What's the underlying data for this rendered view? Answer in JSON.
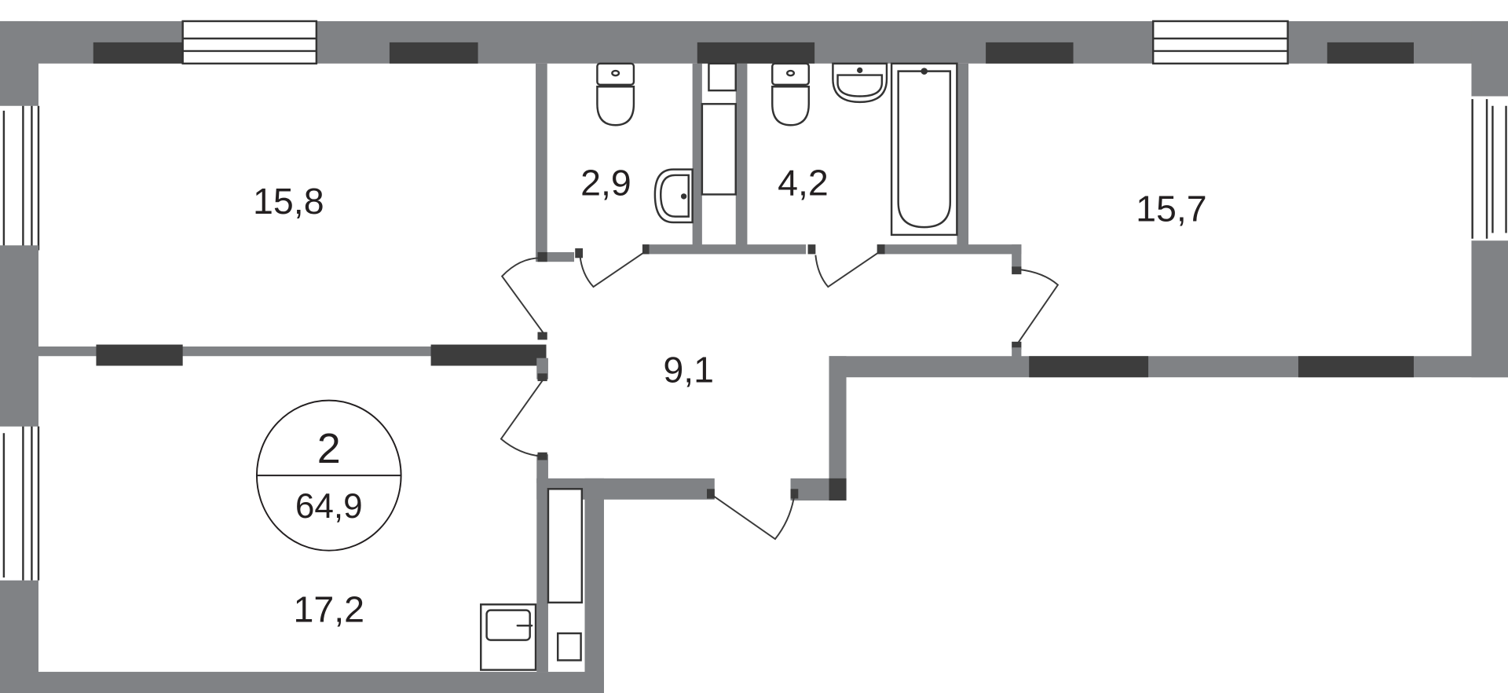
{
  "plan": {
    "summary": {
      "rooms": "2",
      "total_area": "64,9"
    },
    "rooms": [
      {
        "id": "bedroom-nw",
        "area": "15,8"
      },
      {
        "id": "wc",
        "area": "2,9"
      },
      {
        "id": "bathroom",
        "area": "4,2"
      },
      {
        "id": "bedroom-ne",
        "area": "15,7"
      },
      {
        "id": "hall",
        "area": "9,1"
      },
      {
        "id": "kitchen-living",
        "area": "17,2"
      }
    ],
    "colors": {
      "wall": "#808285",
      "wall_dark": "#3d3d3d",
      "line": "#333333",
      "text": "#231f20"
    }
  }
}
